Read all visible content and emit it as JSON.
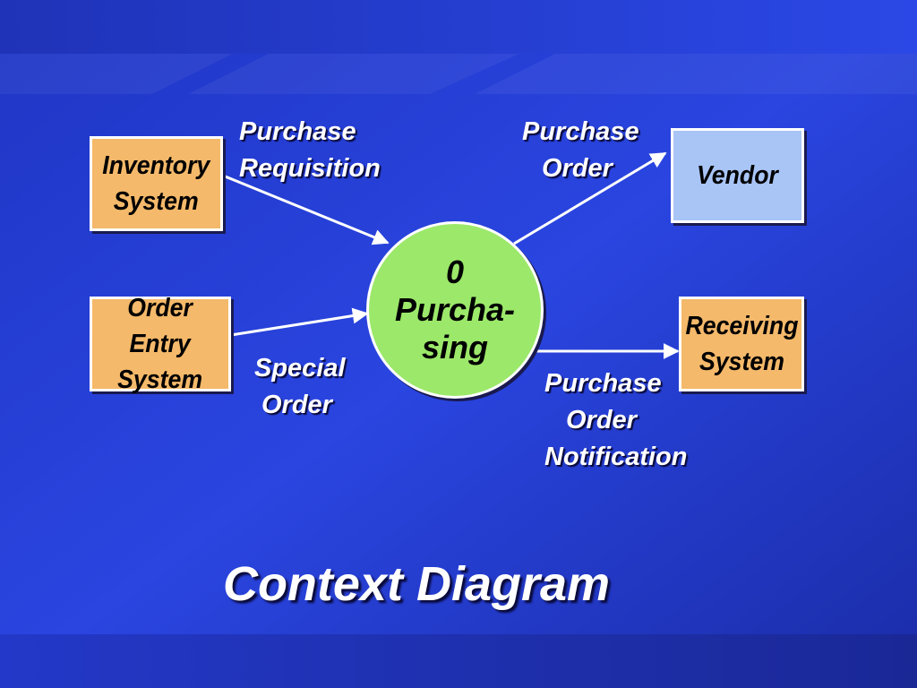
{
  "title": "Context Diagram",
  "process": {
    "number": "0",
    "line1": "Purcha-",
    "line2": "sing"
  },
  "entities": {
    "inventory": {
      "line1": "Inventory",
      "line2": "System"
    },
    "order_entry": {
      "line1": "Order",
      "line2": "Entry",
      "line3": "System"
    },
    "vendor": {
      "line1": "Vendor"
    },
    "receiving": {
      "line1": "Receiving",
      "line2": "System"
    }
  },
  "flows": {
    "purchase_requisition": {
      "line1": "Purchase",
      "line2": "Requisition"
    },
    "special_order": {
      "line1": "Special",
      "line2": "Order"
    },
    "purchase_order": {
      "line1": "Purchase",
      "line2": "Order"
    },
    "purchase_order_notification": {
      "line1": "Purchase",
      "line2": "Order",
      "line3": "Notification"
    }
  },
  "colors": {
    "background": "#2437c8",
    "entity_fill": "#f4b96a",
    "vendor_fill": "#a9c5f6",
    "process_fill": "#9ce86a",
    "text": "#ffffff"
  }
}
